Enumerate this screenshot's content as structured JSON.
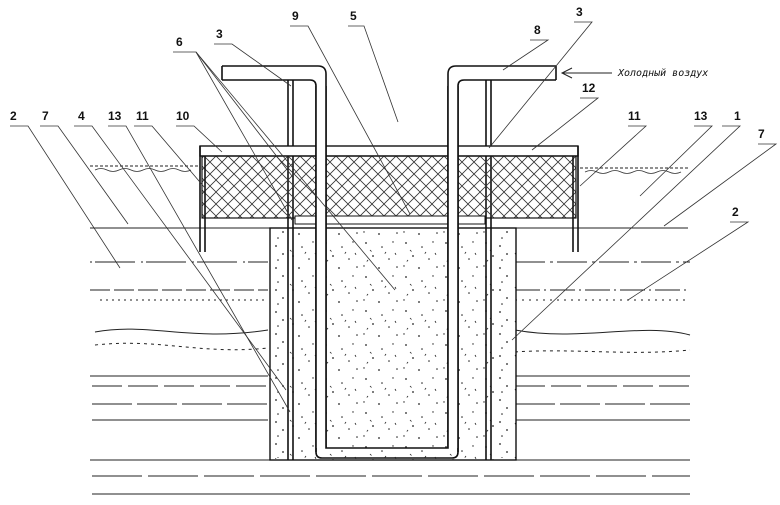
{
  "labels": {
    "l1": "1",
    "l2a": "2",
    "l2b": "2",
    "l3a": "3",
    "l3b": "3",
    "l4": "4",
    "l5": "5",
    "l6": "6",
    "l7a": "7",
    "l7b": "7",
    "l8": "8",
    "l9": "9",
    "l10": "10",
    "l11a": "11",
    "l11b": "11",
    "l12": "12",
    "l13a": "13",
    "l13b": "13"
  },
  "caption": "Холодный воздух"
}
